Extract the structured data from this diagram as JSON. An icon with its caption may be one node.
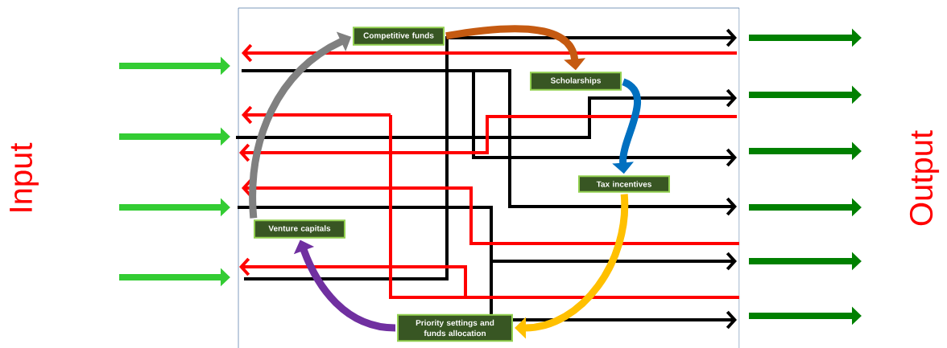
{
  "diagram": {
    "nodes": [
      {
        "text": [
          "Competitive funds"
        ]
      },
      {
        "text": [
          "Scholarships"
        ]
      },
      {
        "text": [
          "Tax incentives"
        ]
      },
      {
        "text": [
          "Priority settings and funds allocation"
        ]
      },
      {
        "text": [
          "Venture capitals"
        ]
      }
    ],
    "edges": [
      {
        "from": 0,
        "to": 1,
        "arrow": "to",
        "color": "#c55a11"
      },
      {
        "from": 1,
        "to": 2,
        "arrow": "to",
        "color": "#0070c0"
      },
      {
        "from": 2,
        "to": 3,
        "arrow": "to",
        "color": "#ffc000"
      },
      {
        "from": 3,
        "to": 4,
        "arrow": "to",
        "color": "#7030a0"
      },
      {
        "from": 4,
        "to": 0,
        "arrow": "to",
        "color": "#808080"
      }
    ],
    "labels": [
      "Input",
      "Output"
    ]
  }
}
